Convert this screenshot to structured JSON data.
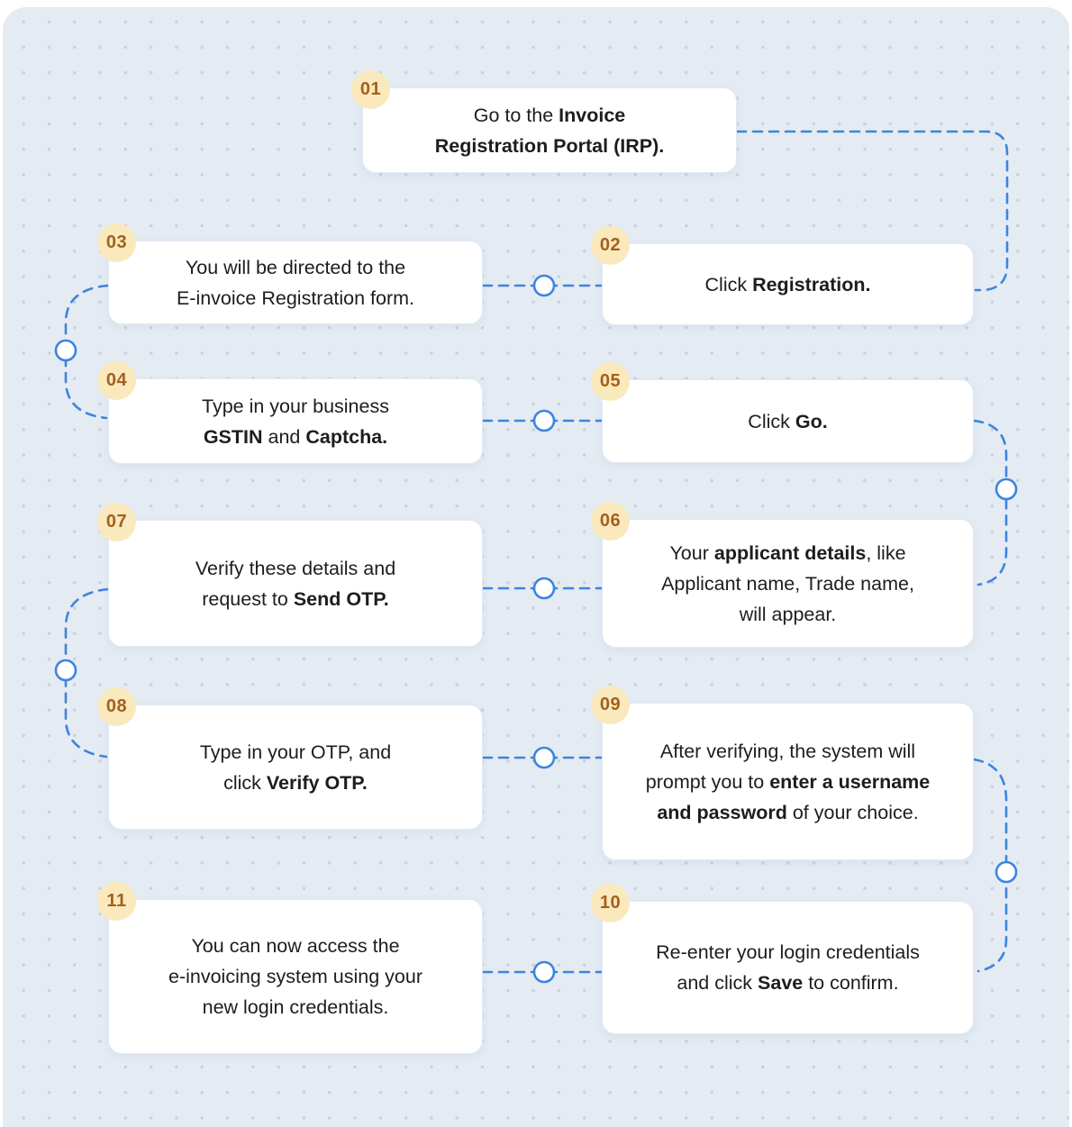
{
  "theme": {
    "canvas_bg": "#e4ebf3",
    "dot_color": "#c9d1dc",
    "accent_blue": "#3d84de",
    "card_bg": "#ffffff",
    "badge_bg": "#fae9bd",
    "badge_text": "#a2611e",
    "text_color": "#1b1d20"
  },
  "steps": [
    {
      "number": "01",
      "segments": [
        {
          "t": "Go to the ",
          "b": false
        },
        {
          "t": "Invoice\nRegistration Portal (IRP).",
          "b": true
        }
      ]
    },
    {
      "number": "02",
      "segments": [
        {
          "t": "Click ",
          "b": false
        },
        {
          "t": "Registration.",
          "b": true
        }
      ]
    },
    {
      "number": "03",
      "segments": [
        {
          "t": "You will be directed to the\nE-invoice Registration form.",
          "b": false
        }
      ]
    },
    {
      "number": "04",
      "segments": [
        {
          "t": "Type in your business\n",
          "b": false
        },
        {
          "t": "GSTIN",
          "b": true
        },
        {
          "t": " and ",
          "b": false
        },
        {
          "t": "Captcha.",
          "b": true
        }
      ]
    },
    {
      "number": "05",
      "segments": [
        {
          "t": "Click ",
          "b": false
        },
        {
          "t": "Go.",
          "b": true
        }
      ]
    },
    {
      "number": "06",
      "segments": [
        {
          "t": "Your ",
          "b": false
        },
        {
          "t": "applicant details",
          "b": true
        },
        {
          "t": ", like\nApplicant name, Trade name,\nwill appear.",
          "b": false
        }
      ]
    },
    {
      "number": "07",
      "segments": [
        {
          "t": "Verify these details and\nrequest to ",
          "b": false
        },
        {
          "t": "Send OTP.",
          "b": true
        }
      ]
    },
    {
      "number": "08",
      "segments": [
        {
          "t": "Type in your OTP, and\nclick ",
          "b": false
        },
        {
          "t": "Verify OTP.",
          "b": true
        }
      ]
    },
    {
      "number": "09",
      "segments": [
        {
          "t": "After verifying, the system will\nprompt you to ",
          "b": false
        },
        {
          "t": "enter a username\nand password",
          "b": true
        },
        {
          "t": " of your choice.",
          "b": false
        }
      ]
    },
    {
      "number": "10",
      "segments": [
        {
          "t": "Re-enter your login credentials\nand click ",
          "b": false
        },
        {
          "t": "Save",
          "b": true
        },
        {
          "t": " to confirm.",
          "b": false
        }
      ]
    },
    {
      "number": "11",
      "segments": [
        {
          "t": "You can now access the\ne-invoicing system using your\nnew login credentials.",
          "b": false
        }
      ]
    }
  ]
}
